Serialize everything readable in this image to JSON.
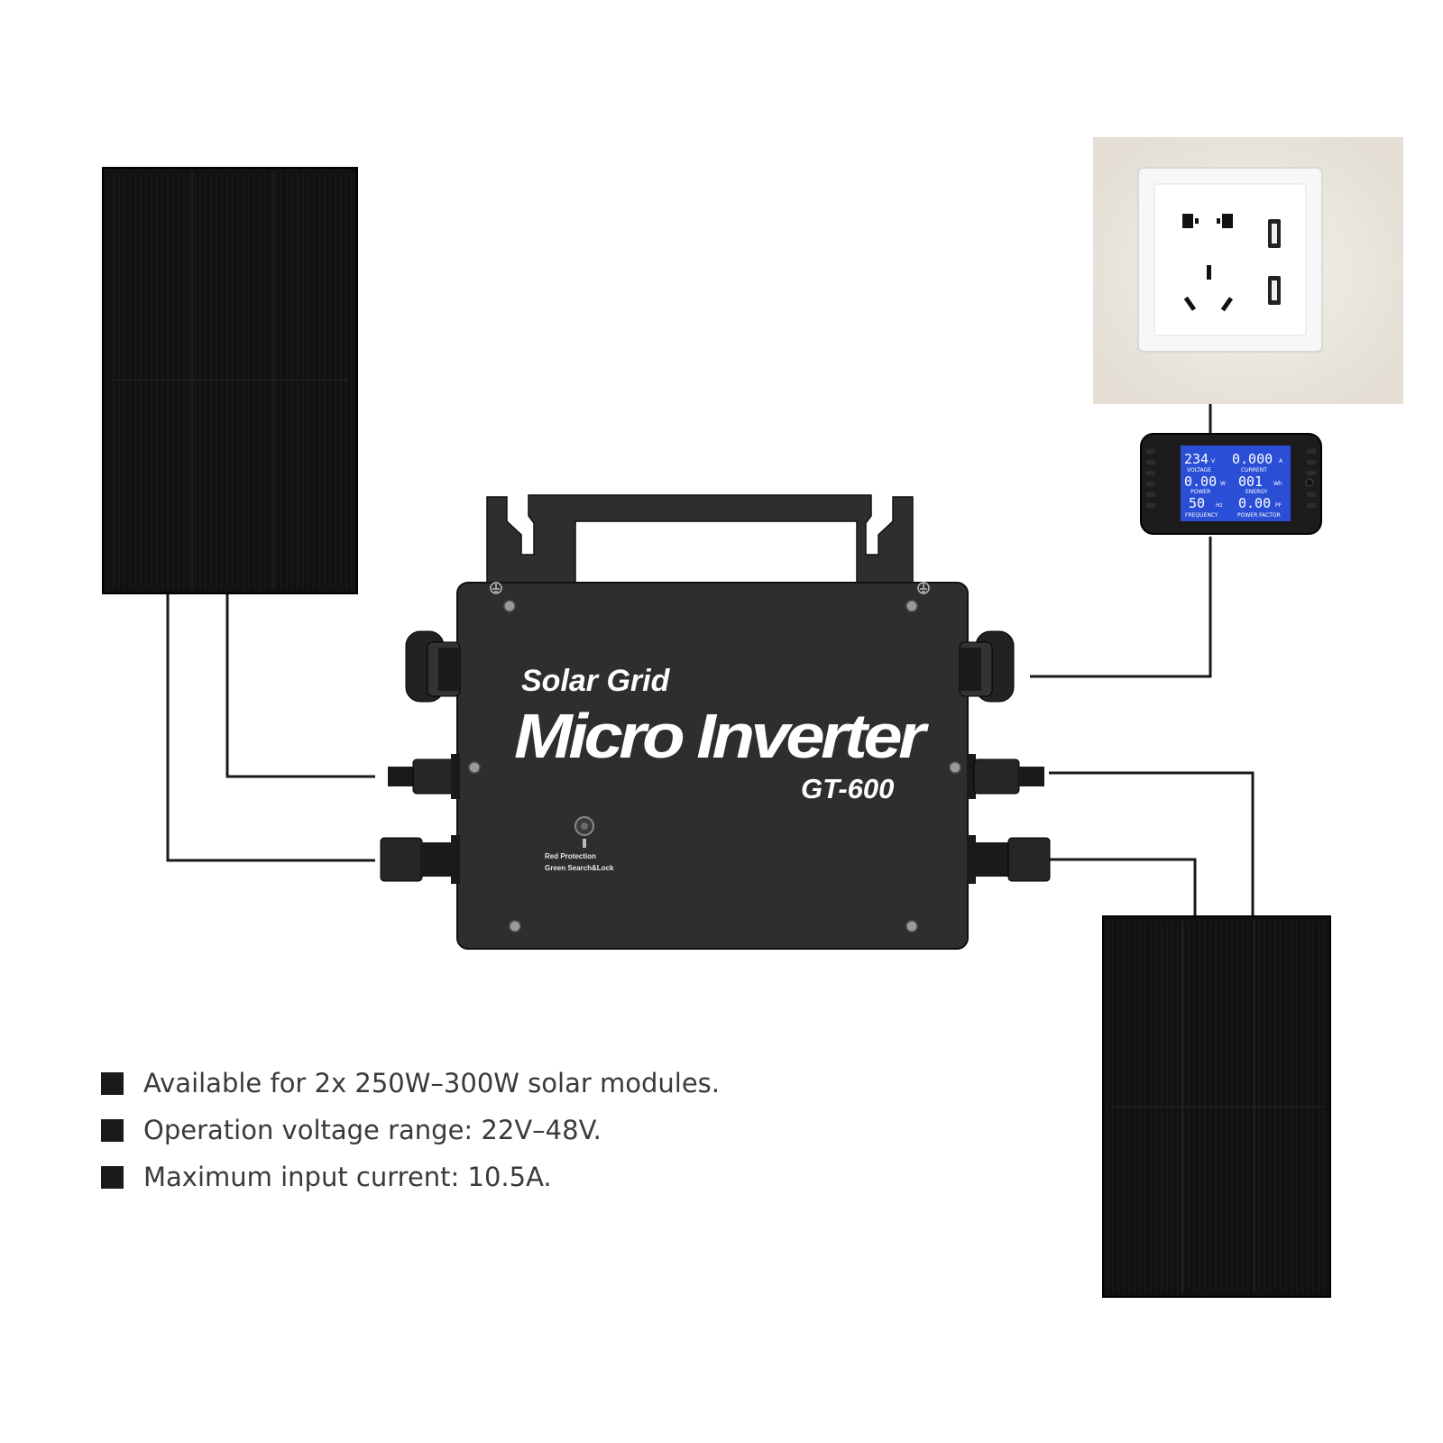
{
  "inverter": {
    "line1": "Solar Grid",
    "line2": "Micro Inverter",
    "model": "GT-600",
    "led_label_1": "Red Protection",
    "led_label_2": "Green Search&Lock"
  },
  "meter": {
    "voltage_value": "234",
    "voltage_unit": "V",
    "voltage_label": "VOLTAGE",
    "current_value": "0.000",
    "current_unit": "A",
    "current_label": "CURRENT",
    "power_value": "0.00",
    "power_unit": "W",
    "power_label": "POWER",
    "energy_value": "001",
    "energy_unit": "Wh",
    "energy_label": "ENERGY",
    "frequency_value": "50",
    "frequency_unit": "Hz",
    "frequency_label": "FREQUENCY",
    "pf_value": "0.00",
    "pf_unit": "PF",
    "pf_label": "POWER FACTOR"
  },
  "features": [
    "Available for 2x 250W–300W solar modules.",
    "Operation voltage range: 22V–48V.",
    "Maximum input current: 10.5A."
  ],
  "icons": [
    "solar-panel-icon",
    "wall-socket-icon",
    "power-meter-icon",
    "micro-inverter-icon",
    "mc4-connector-icon",
    "ground-symbol-icon"
  ],
  "colors": {
    "panel": "#111111",
    "inverter": "#2e2e2e",
    "lcd": "#2a4fd6",
    "wire": "#1a1a1a",
    "text": "#3a3a3a"
  }
}
